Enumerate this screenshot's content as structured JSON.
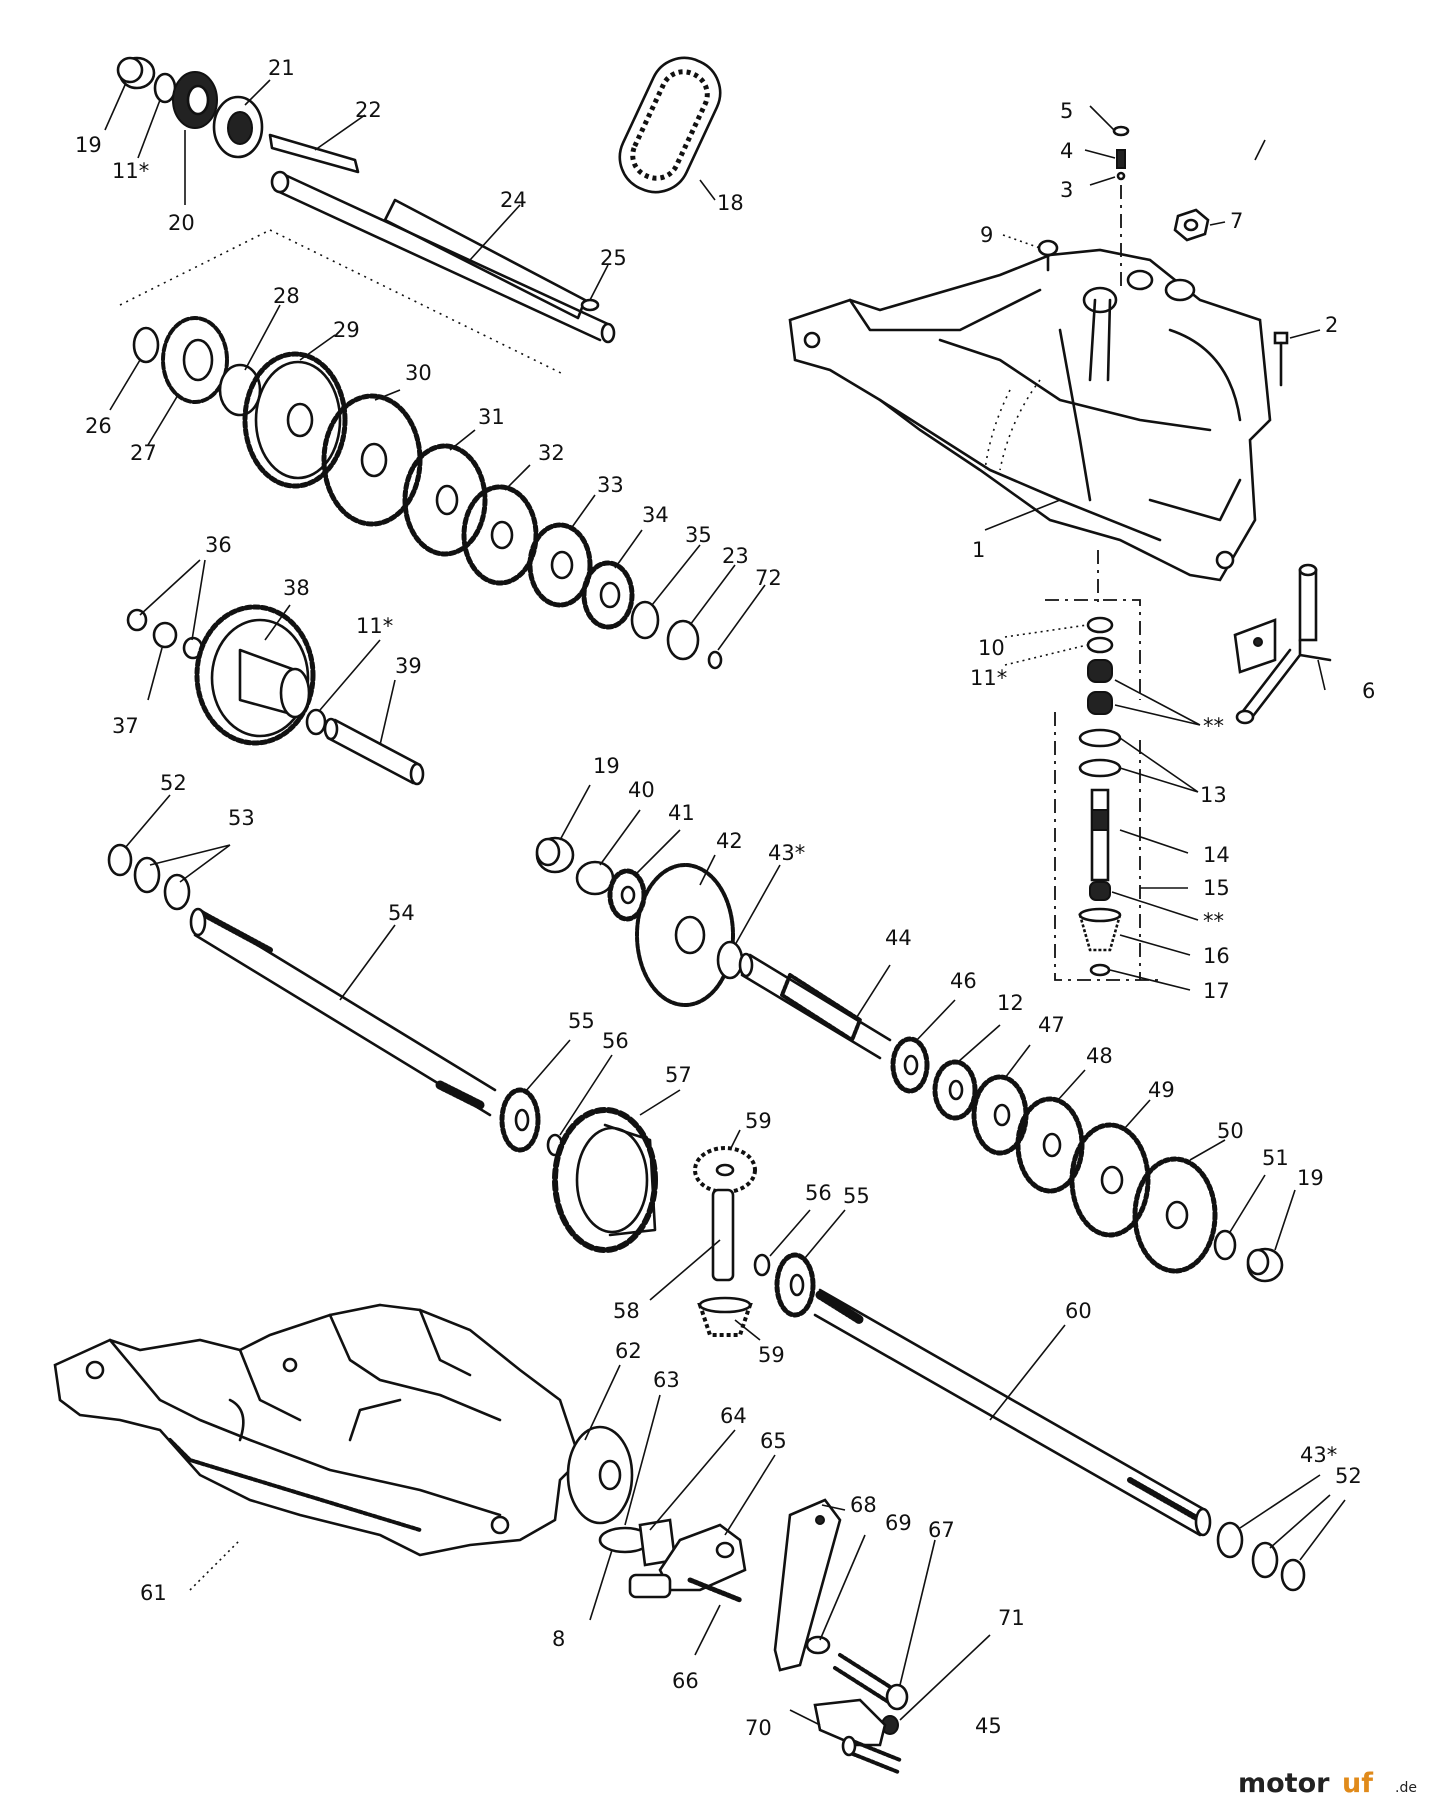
{
  "labels": {
    "p1": "1",
    "p2": "2",
    "p3": "3",
    "p4": "4",
    "p5": "5",
    "p6": "6",
    "p7": "7",
    "p8": "8",
    "p9": "9",
    "p10": "10",
    "p11a": "11*",
    "p11b": "11*",
    "p11c": "11*",
    "p12": "12",
    "p13": "13",
    "p14": "14",
    "p15": "15",
    "p16": "16",
    "p17": "17",
    "p18": "18",
    "p19a": "19",
    "p19b": "19",
    "p19c": "19",
    "p20": "20",
    "p21": "21",
    "p22": "22",
    "p23": "23",
    "p24": "24",
    "p25": "25",
    "p26": "26",
    "p27": "27",
    "p28": "28",
    "p29": "29",
    "p30": "30",
    "p31": "31",
    "p32": "32",
    "p33": "33",
    "p34": "34",
    "p35": "35",
    "p36": "36",
    "p37": "37",
    "p38": "38",
    "p39": "39",
    "p40": "40",
    "p41": "41",
    "p42": "42",
    "p43a": "43*",
    "p43b": "43*",
    "p44": "44",
    "p45": "45",
    "p46": "46",
    "p47": "47",
    "p48": "48",
    "p49": "49",
    "p50": "50",
    "p51": "51",
    "p52a": "52",
    "p52b": "52",
    "p53": "53",
    "p54": "54",
    "p55a": "55",
    "p55b": "55",
    "p56a": "56",
    "p56b": "56",
    "p57": "57",
    "p58": "58",
    "p59a": "59",
    "p59b": "59",
    "p60": "60",
    "p61": "61",
    "p62": "62",
    "p63": "63",
    "p64": "64",
    "p65": "65",
    "p66": "66",
    "p67": "67",
    "p68": "68",
    "p69": "69",
    "p70": "70",
    "p71": "71",
    "p72": "72",
    "star1": "**",
    "star2": "**"
  },
  "watermark": {
    "brand_a": "motor",
    "brand_b": "uf",
    "tld": ".de"
  }
}
